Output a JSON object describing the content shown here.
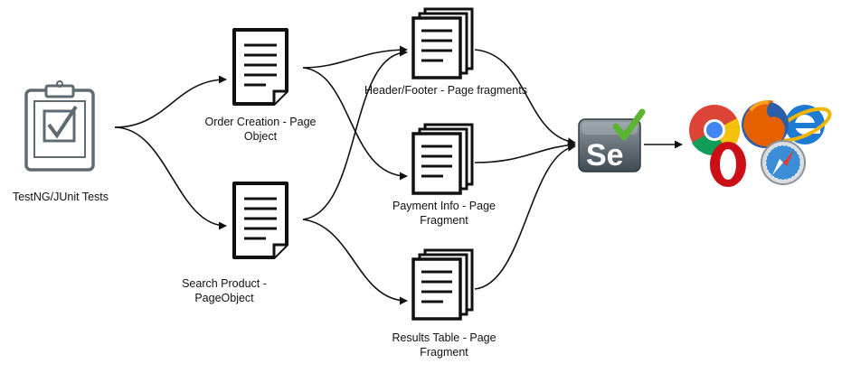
{
  "nodes": {
    "tests": {
      "label": "TestNG/JUnit Tests",
      "icon": "clipboard-check-icon"
    },
    "order_creation": {
      "label_line1": "Order Creation - Page",
      "label_line2": "Object",
      "icon": "document-icon"
    },
    "search_product": {
      "label_line1": "Search Product -",
      "label_line2": "PageObject",
      "icon": "document-icon"
    },
    "header_footer": {
      "label": "Header/Footer - Page fragments",
      "icon": "document-stack-icon"
    },
    "payment_info": {
      "label_line1": "Payment Info - Page",
      "label_line2": "Fragment",
      "icon": "document-stack-icon"
    },
    "results_table": {
      "label_line1": "Results Table - Page",
      "label_line2": "Fragment",
      "icon": "document-stack-icon"
    },
    "selenium": {
      "logo_text": "Se",
      "icon": "selenium-logo-icon",
      "check_color": "#5cb531"
    },
    "browsers": {
      "icon": "browsers-icon",
      "colors": {
        "chrome_red": "#db4437",
        "chrome_yellow": "#f4c20d",
        "chrome_green": "#0f9d58",
        "chrome_blue": "#4285f4",
        "firefox_orange": "#e66000",
        "firefox_blue": "#2b5fa8",
        "ie_blue": "#1e7bd4",
        "opera_red": "#cc0f16",
        "safari_blue": "#3b8ed6"
      }
    }
  },
  "colors": {
    "line": "#111111",
    "icon_gray": "#5f6b73"
  }
}
